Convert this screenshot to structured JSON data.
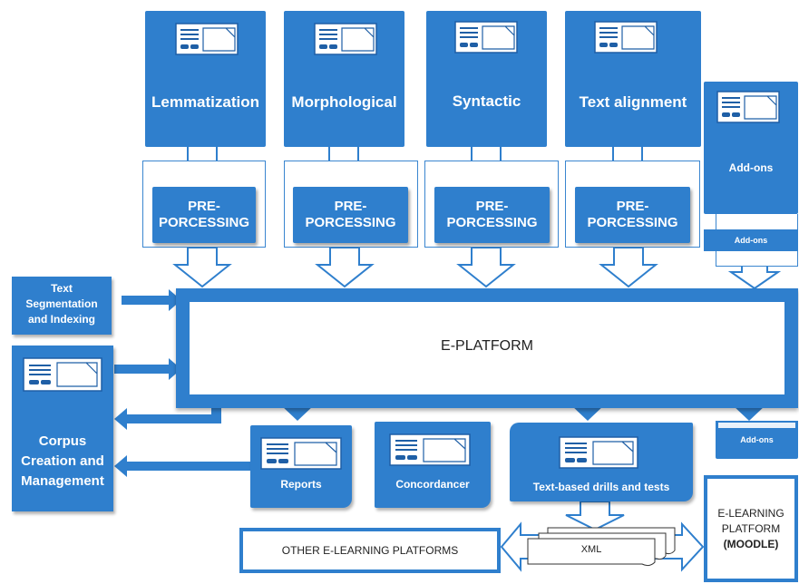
{
  "modules": [
    {
      "label": "Lemmatization"
    },
    {
      "label": "Morphological"
    },
    {
      "label": "Syntactic"
    },
    {
      "label": "Text alignment"
    }
  ],
  "addons": {
    "label": "Add-ons",
    "sub_label": "Add-ons",
    "bottom_label": "Add-ons"
  },
  "preprocessing": {
    "line1": "PRE-",
    "line2": "PORCESSING"
  },
  "segmentation": {
    "line1": "Text",
    "line2": "Segmentation",
    "line3": "and Indexing"
  },
  "corpus": {
    "line1": "Corpus",
    "line2": "Creation and",
    "line3": "Management"
  },
  "platform": {
    "label": "E-PLATFORM"
  },
  "outputs": {
    "reports": "Reports",
    "concordancer": "Concordancer",
    "drills": "Text-based drills and tests"
  },
  "elearning": {
    "line1": "E-LEARNING",
    "line2": "PLATFORM",
    "line3": "(MOODLE)"
  },
  "other_platforms": "OTHER E-LEARNING PLATFORMS",
  "xml": "XML",
  "colors": {
    "primary": "#2f7fcd",
    "dark": "#1f5fa6",
    "white": "#ffffff"
  }
}
